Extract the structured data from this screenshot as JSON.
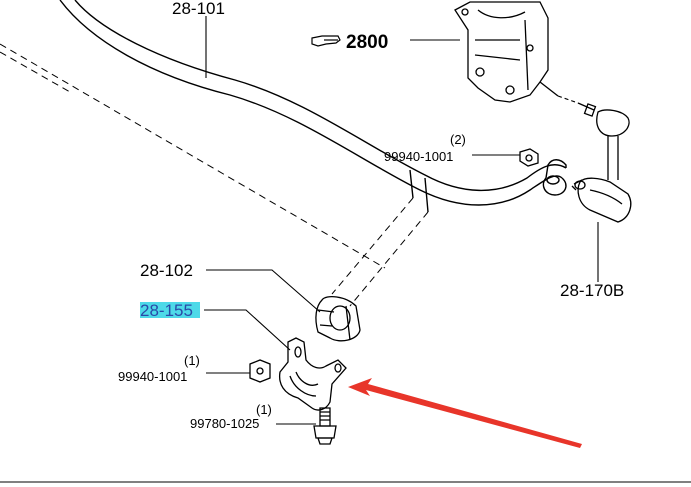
{
  "diagram": {
    "parts": {
      "stabilizer_bar": "28-101",
      "knuckle_ref": "2800",
      "bushing": "28-102",
      "bracket": "28-155",
      "link": "28-170B",
      "nut_upper": "99940-1001",
      "nut_upper_qty": "(2)",
      "nut_lower": "99940-1001",
      "nut_lower_qty": "(1)",
      "bolt": "99780-1025",
      "bolt_qty": "(1)"
    },
    "colors": {
      "highlight": "#4dd9e8",
      "arrow": "#e8352a",
      "lines": "#000000"
    }
  }
}
